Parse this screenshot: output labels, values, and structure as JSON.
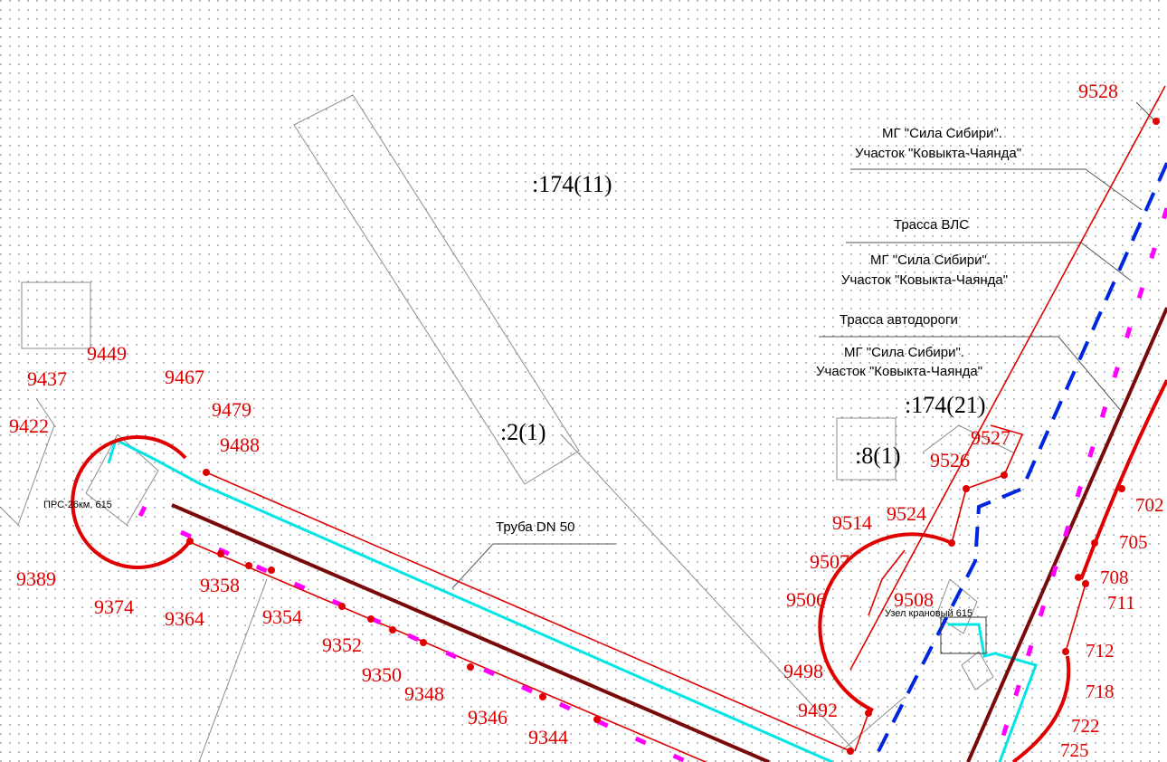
{
  "map": {
    "parcels": [
      ":174(11)",
      ":2(1)",
      ":174(21)",
      ":8(1)"
    ],
    "annotations": {
      "mg1": [
        "МГ \"Сила Сибири\".",
        "Участок \"Ковыкта-Чаянда\""
      ],
      "vls": "Трасса ВЛС",
      "mg2": [
        "МГ \"Сила Сибири\".",
        "Участок \"Ковыкта-Чаянда\""
      ],
      "road": "Трасса автодороги",
      "mg3": [
        "МГ \"Сила Сибири\".",
        "Участок \"Ковыкта-Чаянда\""
      ],
      "pipe": "Труба DN 50",
      "prs": "ПРС-26км. 615",
      "node": "Узел крановый 615"
    },
    "points": [
      "9528",
      "9449",
      "9467",
      "9437",
      "9479",
      "9422",
      "9488",
      "9389",
      "9374",
      "9364",
      "9358",
      "9354",
      "9352",
      "9350",
      "9348",
      "9346",
      "9344",
      "9527",
      "9526",
      "9524",
      "9514",
      "9507",
      "9506",
      "9508",
      "9498",
      "9492",
      "702",
      "705",
      "708",
      "711",
      "712",
      "718",
      "722",
      "725"
    ],
    "colors": {
      "boundary": "#e00000",
      "cyan_pipe": "#00e5e5",
      "dark_line": "#7a0a0a",
      "blue_dash": "#0026e0",
      "magenta_dash": "#ff00ff"
    }
  }
}
